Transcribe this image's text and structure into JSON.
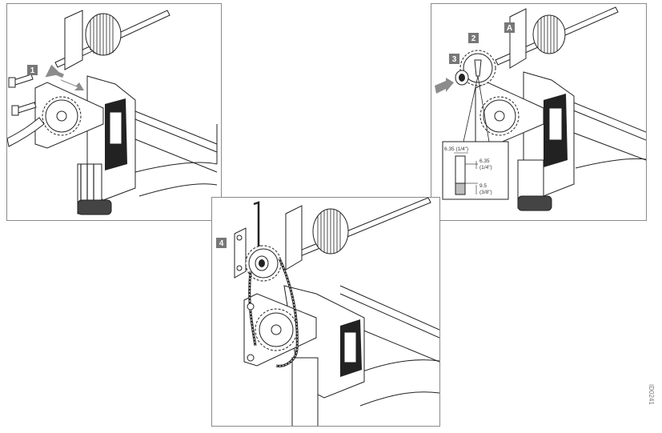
{
  "steps": [
    {
      "label": "1"
    },
    {
      "label": "2"
    },
    {
      "label": "3"
    },
    {
      "label": "A"
    },
    {
      "label": "4"
    }
  ],
  "dimensions": {
    "top_width": "6.35 (1/4\")",
    "mid_height": "6.35",
    "mid_height_frac": "(1/4\")",
    "bottom_height": "9.5",
    "bottom_height_frac": "(3/8\")"
  },
  "doc_ref": "ID0241",
  "colors": {
    "badge": "#777777",
    "arrow": "#8c8c8c",
    "line": "#222222"
  }
}
